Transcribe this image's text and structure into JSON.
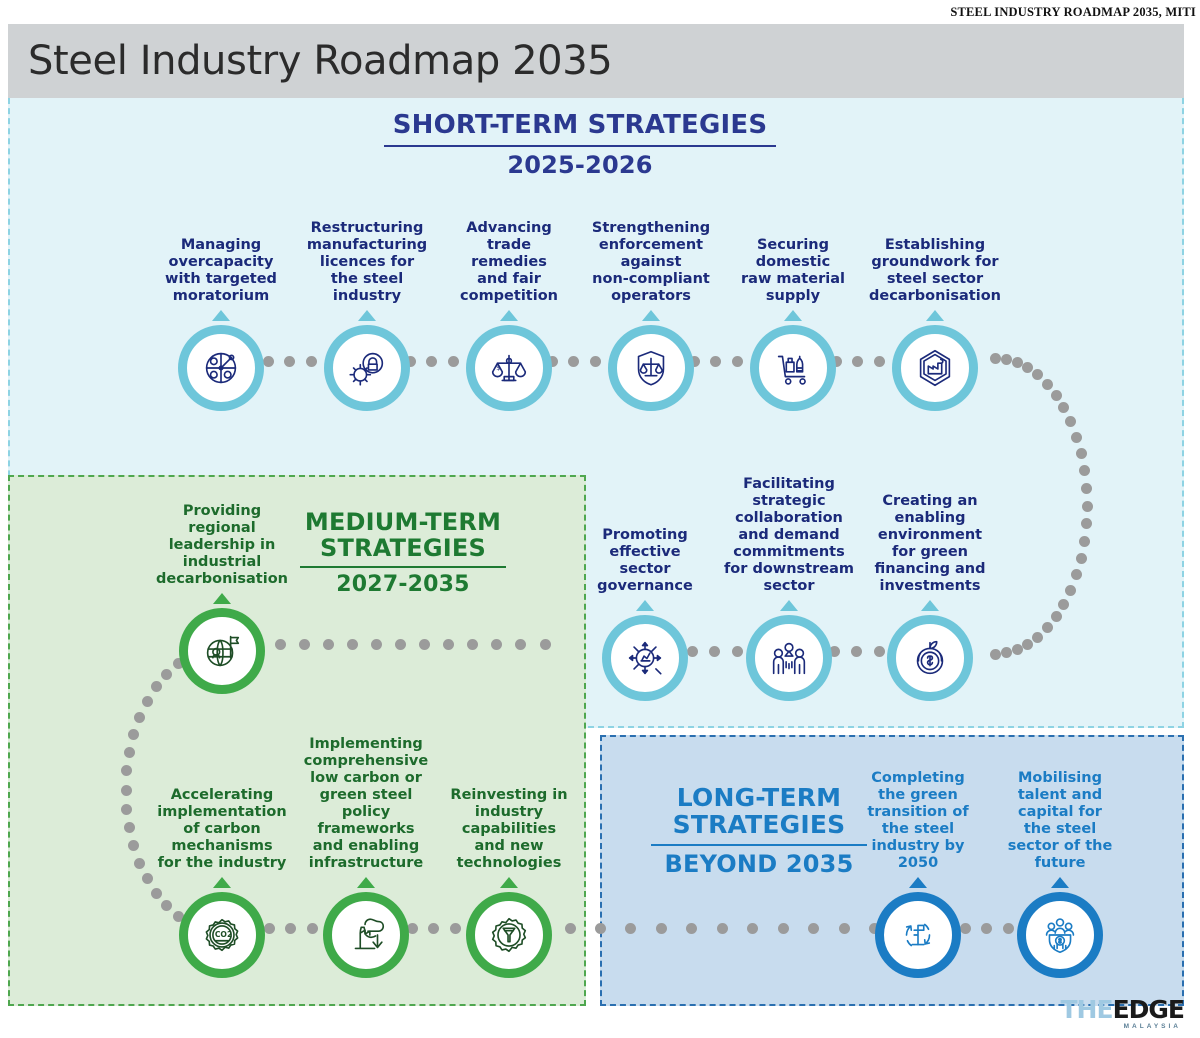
{
  "source_credit": "STEEL INDUSTRY ROADMAP 2035, MITI",
  "header": {
    "title": "Steel Industry Roadmap 2035",
    "bar_color": "#cfd2d4"
  },
  "sections": {
    "short": {
      "title": "SHORT-TERM STRATEGIES",
      "period": "2025-2026",
      "color": "#2b3990",
      "panel_bg": "#e2f3f8",
      "accent": "#6ec6da"
    },
    "medium": {
      "title_line1": "MEDIUM-TERM",
      "title_line2": "STRATEGIES",
      "period": "2027-2035",
      "color": "#1e7a32",
      "panel_bg": "#dcecd8",
      "accent": "#3faa49"
    },
    "long": {
      "title_line1": "LONG-TERM",
      "title_line2": "STRATEGIES",
      "period": "BEYOND 2035",
      "color": "#1b7cc4",
      "panel_bg": "#c8dcee",
      "accent": "#1b7cc4"
    }
  },
  "nodes": {
    "short_row1": [
      {
        "label": "Managing\novercapacity\nwith targeted\nmoratorium",
        "icon": "capacity-dial-icon"
      },
      {
        "label": "Restructuring\nmanufacturing\nlicences for\nthe steel\nindustry",
        "icon": "gear-licence-icon"
      },
      {
        "label": "Advancing\ntrade\nremedies\nand fair\ncompetition",
        "icon": "balance-scales-icon"
      },
      {
        "label": "Strengthening\nenforcement\nagainst\nnon-compliant\noperators",
        "icon": "shield-scales-icon"
      },
      {
        "label": "Securing\ndomestic\nraw material\nsupply",
        "icon": "supply-trolley-icon"
      },
      {
        "label": "Establishing\ngroundwork for\nsteel sector\ndecarbonisation",
        "icon": "hexagon-factory-icon"
      }
    ],
    "short_row2": [
      {
        "label": "Promoting\neffective\nsector\ngovernance",
        "icon": "governance-gear-icon"
      },
      {
        "label": "Facilitating\nstrategic\ncollaboration\nand demand\ncommitments\nfor downstream\nsector",
        "icon": "collaboration-people-icon"
      },
      {
        "label": "Creating an\nenabling\nenvironment\nfor green\nfinancing and\ninvestments",
        "icon": "green-finance-icon"
      }
    ],
    "medium_row1": [
      {
        "label": "Providing\nregional\nleadership in\nindustrial\ndecarbonisation",
        "icon": "globe-flag-icon"
      }
    ],
    "medium_row2": [
      {
        "label": "Accelerating\nimplementation\nof carbon\nmechanisms\nfor the industry",
        "icon": "co2-gear-icon"
      },
      {
        "label": "Implementing\ncomprehensive\nlow carbon or\ngreen steel\npolicy\nframeworks\nand enabling\ninfrastructure",
        "icon": "emissions-reduction-icon"
      },
      {
        "label": "Reinvesting in\nindustry\ncapabilities\nand new\ntechnologies",
        "icon": "gear-steel-icon"
      }
    ],
    "long_row": [
      {
        "label": "Completing\nthe green\ntransition of\nthe steel\nindustry by\n2050",
        "icon": "green-transition-icon"
      },
      {
        "label": "Mobilising\ntalent and\ncapital for\nthe steel\nsector of the\nfuture",
        "icon": "talent-capital-icon"
      }
    ]
  },
  "logo": {
    "the": "THE",
    "edge": "EDGE",
    "sub": "MALAYSIA"
  }
}
